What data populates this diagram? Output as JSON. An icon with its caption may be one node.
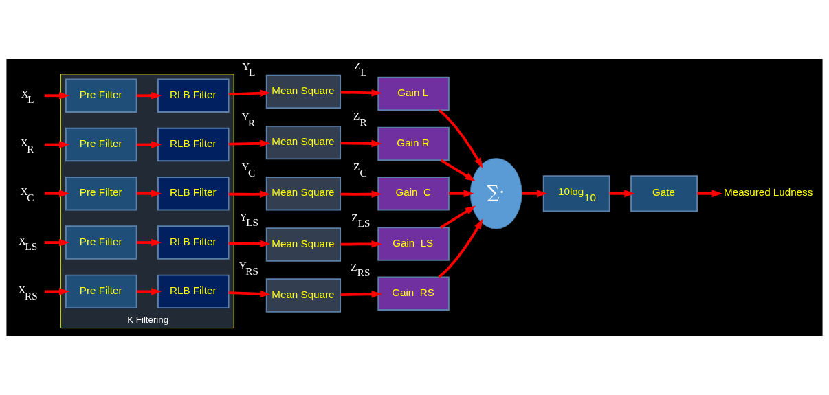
{
  "diagram": {
    "nodes": [
      {
        "text": [
          "K Filtering"
        ]
      },
      {
        "text": [
          "X$_{L}$"
        ]
      },
      {
        "text": [
          "Pre Filter"
        ],
        "in": 0
      },
      {
        "text": [
          "RLB Filter"
        ],
        "in": 0
      },
      {
        "text": [
          "Mean Square"
        ]
      },
      {
        "text": [
          "Gain L"
        ]
      },
      {
        "text": [
          "X$_{R}$"
        ]
      },
      {
        "text": [
          "Pre Filter"
        ],
        "in": 0
      },
      {
        "text": [
          "RLB Filter"
        ],
        "in": 0
      },
      {
        "text": [
          "Mean Square"
        ]
      },
      {
        "text": [
          "Gain R"
        ]
      },
      {
        "text": [
          "X$_{C}$"
        ]
      },
      {
        "text": [
          "Pre Filter"
        ],
        "in": 0
      },
      {
        "text": [
          "RLB Filter"
        ],
        "in": 0
      },
      {
        "text": [
          "Mean Square"
        ]
      },
      {
        "text": [
          "Gain  C"
        ]
      },
      {
        "text": [
          "X$_{LS}$"
        ]
      },
      {
        "text": [
          "Pre Filter"
        ],
        "in": 0
      },
      {
        "text": [
          "RLB Filter"
        ],
        "in": 0
      },
      {
        "text": [
          "Mean Square"
        ]
      },
      {
        "text": [
          "Gain  LS"
        ]
      },
      {
        "text": [
          "X$_{RS}$"
        ]
      },
      {
        "text": [
          "Pre Filter"
        ],
        "in": 0
      },
      {
        "text": [
          "RLB Filter"
        ],
        "in": 0
      },
      {
        "text": [
          "Mean Square"
        ]
      },
      {
        "text": [
          "Gain  RS"
        ]
      },
      {
        "text": [
          "∑·"
        ]
      },
      {
        "text": [
          "10log$_{10}$"
        ]
      },
      {
        "text": [
          "Gate"
        ]
      },
      {
        "text": [
          "Measured Ludness"
        ]
      }
    ],
    "edges": [
      {
        "from": 1,
        "to": 2,
        "arrow": "to"
      },
      {
        "from": 2,
        "to": 3,
        "arrow": "to"
      },
      {
        "from": 3,
        "to": 4,
        "arrow": "to",
        "label": "Y$_{L}$"
      },
      {
        "from": 4,
        "to": 5,
        "arrow": "to",
        "label": "Z$_{L}$"
      },
      {
        "from": 5,
        "to": 26,
        "arrow": "to"
      },
      {
        "from": 6,
        "to": 7,
        "arrow": "to"
      },
      {
        "from": 7,
        "to": 8,
        "arrow": "to"
      },
      {
        "from": 8,
        "to": 9,
        "arrow": "to",
        "label": "Y$_{R}$"
      },
      {
        "from": 9,
        "to": 10,
        "arrow": "to",
        "label": "Z$_{R}$"
      },
      {
        "from": 10,
        "to": 26,
        "arrow": "to"
      },
      {
        "from": 11,
        "to": 12,
        "arrow": "to"
      },
      {
        "from": 12,
        "to": 13,
        "arrow": "to"
      },
      {
        "from": 13,
        "to": 14,
        "arrow": "to",
        "label": "Y$_{C}$"
      },
      {
        "from": 14,
        "to": 15,
        "arrow": "to",
        "label": "Z$_{C}$"
      },
      {
        "from": 15,
        "to": 26,
        "arrow": "to"
      },
      {
        "from": 16,
        "to": 17,
        "arrow": "to"
      },
      {
        "from": 17,
        "to": 18,
        "arrow": "to"
      },
      {
        "from": 18,
        "to": 19,
        "arrow": "to",
        "label": "Y$_{LS}$"
      },
      {
        "from": 19,
        "to": 20,
        "arrow": "to",
        "label": "Z$_{LS}$"
      },
      {
        "from": 20,
        "to": 26,
        "arrow": "to"
      },
      {
        "from": 21,
        "to": 22,
        "arrow": "to"
      },
      {
        "from": 22,
        "to": 23,
        "arrow": "to"
      },
      {
        "from": 23,
        "to": 24,
        "arrow": "to",
        "label": "Y$_{RS}$"
      },
      {
        "from": 24,
        "to": 25,
        "arrow": "to",
        "label": "Z$_{RS}$"
      },
      {
        "from": 25,
        "to": 26,
        "arrow": "to"
      },
      {
        "from": 26,
        "to": 27,
        "arrow": "to"
      },
      {
        "from": 27,
        "to": 28,
        "arrow": "to"
      },
      {
        "from": 28,
        "to": 29,
        "arrow": "to"
      }
    ]
  }
}
